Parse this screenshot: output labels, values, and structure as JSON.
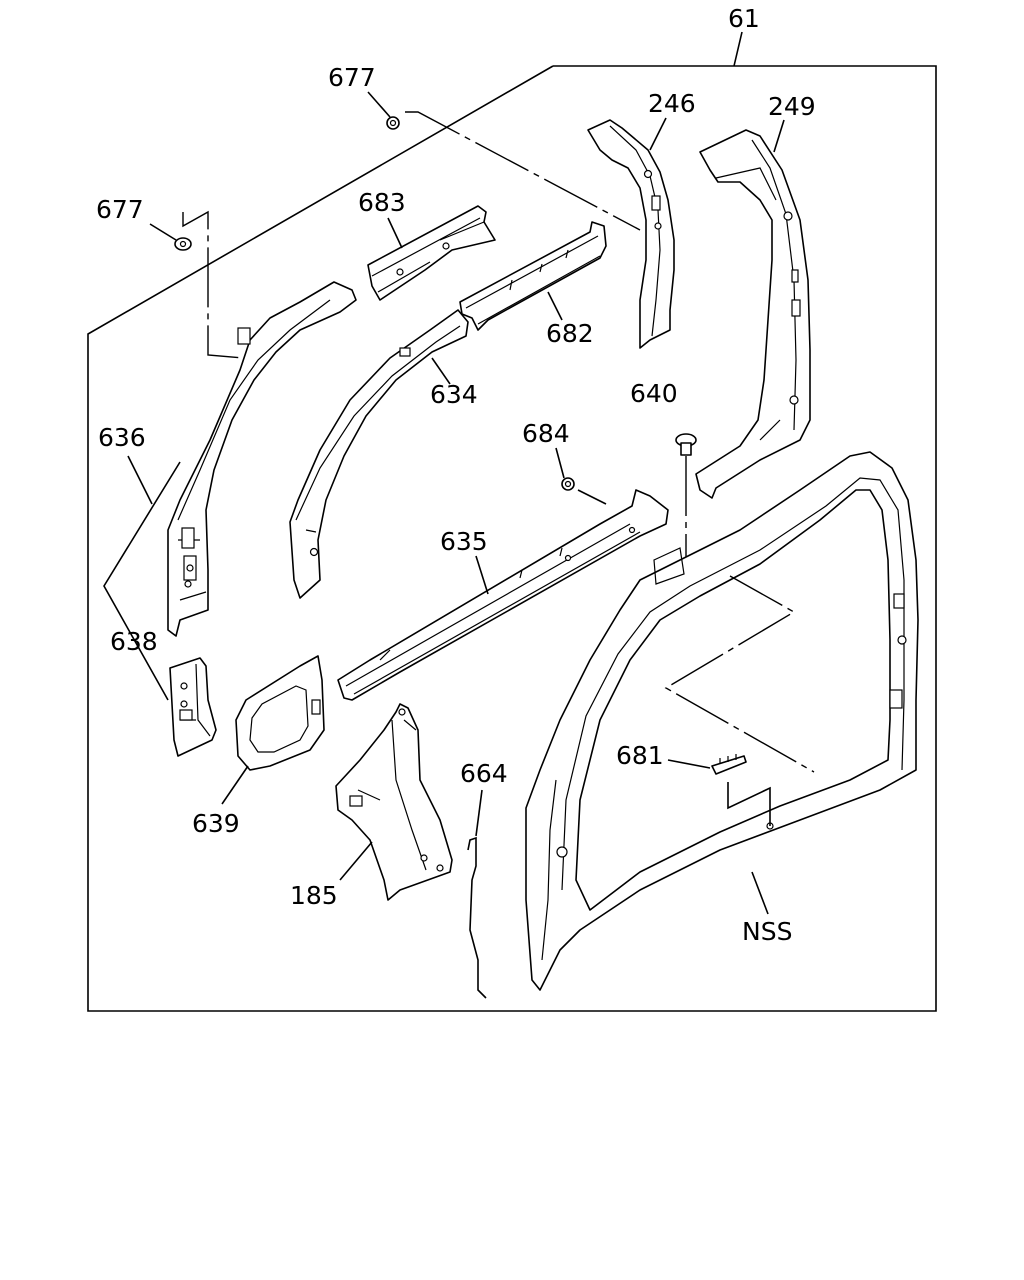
{
  "diagram": {
    "labels": {
      "assembly": "61",
      "retainer_top": "677",
      "retainer_left": "677",
      "pillar_front_upper": "246",
      "pillar_center": "249",
      "roof_side_bracket": "683",
      "roof_rail_rear": "682",
      "roof_rail_inner": "634",
      "pillar_a_inner": "636",
      "clip": "640",
      "grommet": "684",
      "side_sill_inner": "635",
      "pillar_a_lower": "638",
      "reinforcement": "639",
      "hinge_pillar": "185",
      "wire": "664",
      "plate": "681",
      "side_panel_outer": "NSS"
    }
  }
}
